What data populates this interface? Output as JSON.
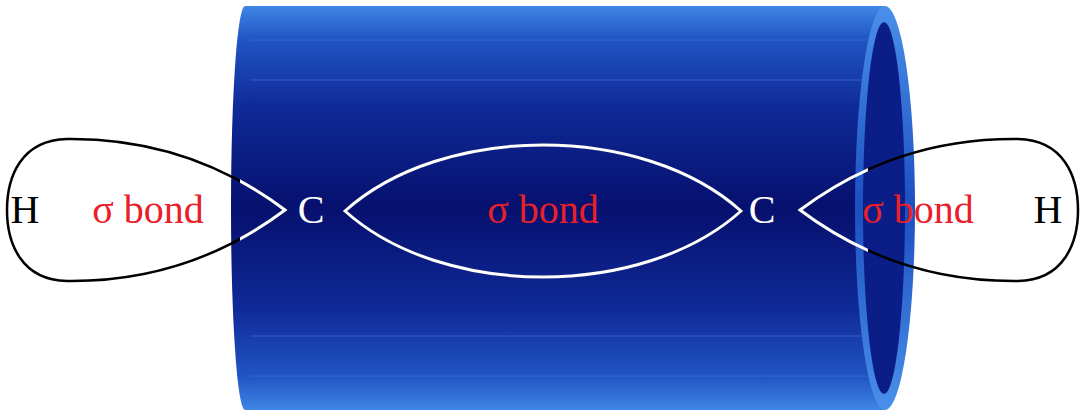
{
  "diagram": {
    "nodes": [
      {
        "text": [
          "H",
          "σ bond"
        ]
      },
      {
        "text": [
          "σ bond"
        ]
      },
      {
        "text": [
          "σ bond",
          "H"
        ]
      }
    ],
    "labels": [
      "C",
      "C"
    ]
  }
}
